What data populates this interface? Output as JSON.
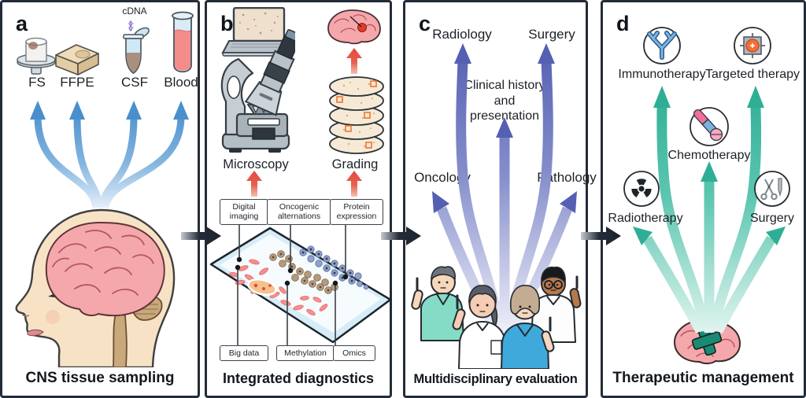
{
  "colors": {
    "panel_border": "#232c38",
    "blue_arrow": "#4a8fcc",
    "red_arrow": "#e2493c",
    "indigo_arrow": "#5560b2",
    "teal_arrow": "#2fae96",
    "brain_pink": "#f4a8ac",
    "connector_dark": "#1d2530"
  },
  "panel_a": {
    "label": "a",
    "cdna_label": "cDNA",
    "sample_labels": [
      "FS",
      "FFPE",
      "CSF",
      "Blood"
    ],
    "caption": "CNS tissue sampling"
  },
  "panel_b": {
    "label": "b",
    "microscopy_label": "Microscopy",
    "grading_label": "Grading",
    "top_boxes": [
      "Digital imaging",
      "Oncogenic alternations",
      "Protein expression"
    ],
    "bottom_boxes": [
      "Big data",
      "Methylation",
      "Omics"
    ],
    "caption": "Integrated diagnostics"
  },
  "panel_c": {
    "label": "c",
    "radiology": "Radiology",
    "surgery": "Surgery",
    "clinical_lines": [
      "Clinical history",
      "and",
      "presentation"
    ],
    "oncology": "Oncology",
    "pathology": "Pathology",
    "caption": "Multidisciplinary evaluation"
  },
  "panel_d": {
    "label": "d",
    "immunotherapy": "Immunotherapy",
    "targeted": "Targeted therapy",
    "chemotherapy": "Chemotherapy",
    "radiotherapy": "Radiotherapy",
    "surgery": "Surgery",
    "caption": "Therapeutic management"
  }
}
